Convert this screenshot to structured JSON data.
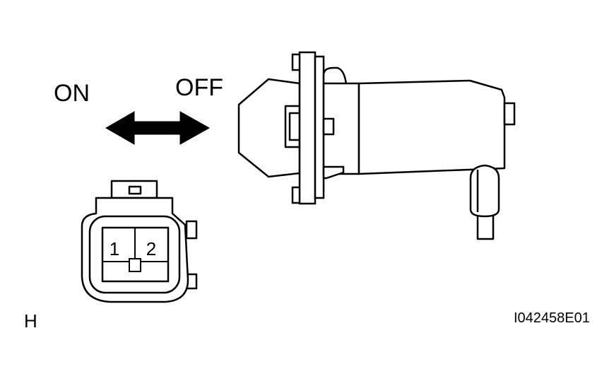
{
  "labels": {
    "on": "ON",
    "off": "OFF",
    "section": "H",
    "figure_id": "I042458E01"
  },
  "connector": {
    "terminals": [
      "1",
      "2"
    ]
  },
  "colors": {
    "ink": "#000000",
    "paper": "#ffffff"
  }
}
